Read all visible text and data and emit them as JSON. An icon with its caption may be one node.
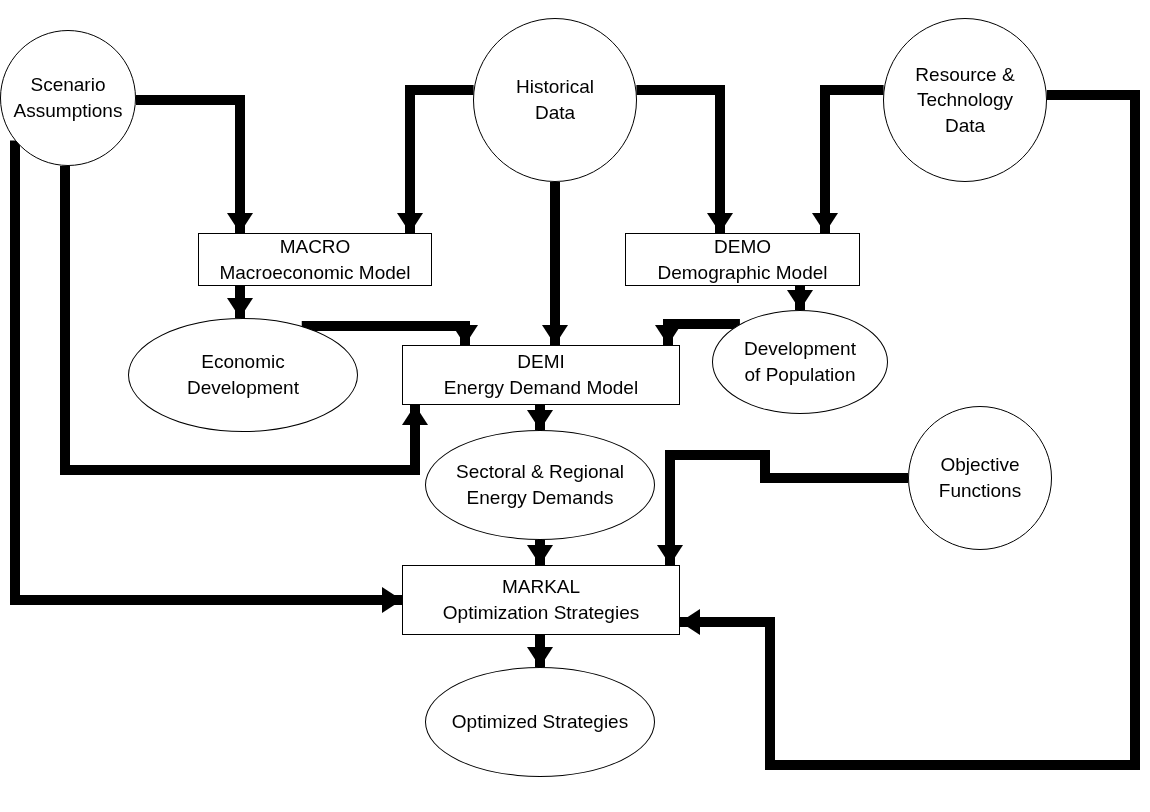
{
  "diagram": {
    "nodes": [
      {
        "text": [
          "Scenario Assumptions"
        ]
      },
      {
        "text": [
          "Historical Data"
        ]
      },
      {
        "text": [
          "Resource & Technology Data"
        ]
      },
      {
        "text": [
          "MACRO",
          "Macroeconomic Model"
        ]
      },
      {
        "text": [
          "DEMO",
          "Demographic Model"
        ]
      },
      {
        "text": [
          "Economic Development"
        ]
      },
      {
        "text": [
          "DEMI",
          "Energy Demand Model"
        ]
      },
      {
        "text": [
          "Development of Population"
        ]
      },
      {
        "text": [
          "Sectoral & Regional Energy Demands"
        ]
      },
      {
        "text": [
          "Objective Functions"
        ]
      },
      {
        "text": [
          "MARKAL",
          "Optimization Strategies"
        ]
      },
      {
        "text": [
          "Optimized Strategies"
        ]
      }
    ],
    "edges": [
      {
        "from": 0,
        "to": 3,
        "arrow": "to"
      },
      {
        "from": 1,
        "to": 3,
        "arrow": "to"
      },
      {
        "from": 1,
        "to": 6,
        "arrow": "to"
      },
      {
        "from": 1,
        "to": 4,
        "arrow": "to"
      },
      {
        "from": 2,
        "to": 4,
        "arrow": "to"
      },
      {
        "from": 3,
        "to": 5,
        "arrow": "to"
      },
      {
        "from": 4,
        "to": 7,
        "arrow": "to"
      },
      {
        "from": 5,
        "to": 6,
        "arrow": "to"
      },
      {
        "from": 7,
        "to": 6,
        "arrow": "to"
      },
      {
        "from": 0,
        "to": 6,
        "arrow": "to"
      },
      {
        "from": 6,
        "to": 8,
        "arrow": "to"
      },
      {
        "from": 8,
        "to": 10,
        "arrow": "to"
      },
      {
        "from": 0,
        "to": 10,
        "arrow": "to"
      },
      {
        "from": 9,
        "to": 10,
        "arrow": "to"
      },
      {
        "from": 2,
        "to": 10,
        "arrow": "to"
      },
      {
        "from": 10,
        "to": 11,
        "arrow": "to"
      }
    ]
  }
}
